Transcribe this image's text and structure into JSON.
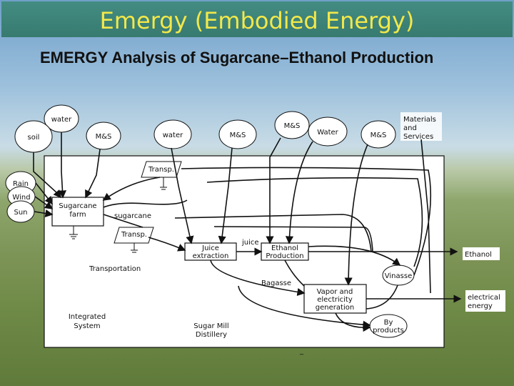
{
  "slide": {
    "title": "Emergy (Embodied Energy)",
    "subtitle": "EMERGY Analysis of Sugarcane–Ethanol Production"
  },
  "diagram": {
    "inputs": {
      "water_1": "water",
      "soil": "soil",
      "mns_1": "M&S",
      "water_2": "water",
      "mns_2": "M&S",
      "mns_3": "M&S",
      "water_3": "Water",
      "mns_4": "M&S",
      "materials": [
        "Materials",
        "and",
        "Services"
      ]
    },
    "sources": {
      "rain": "Rain",
      "wind": "Wind",
      "sun": "Sun"
    },
    "nodes": {
      "farm": [
        "Sugarcane",
        "farm"
      ],
      "transp_top": "Transp.",
      "transp_mid": "Transp.",
      "juice": [
        "Juice",
        "extraction"
      ],
      "ethanol": [
        "Ethanol",
        "Production"
      ],
      "vinasse": "Vinasse",
      "vapor": [
        "Vapor and",
        "electricity",
        "generation"
      ],
      "byproducts": [
        "By",
        "products"
      ]
    },
    "labels": {
      "sugarcane": "sugarcane",
      "transportation": "Transportation",
      "juice": "juice",
      "bagasse": "Bagasse",
      "integrated": [
        "Integrated",
        "System"
      ],
      "mill": [
        "Sugar Mill",
        "Distillery"
      ]
    },
    "outputs": {
      "ethanol": "Ethanol",
      "electrical": [
        "electrical",
        "energy"
      ]
    }
  },
  "colors": {
    "title_text": "#f3e84a",
    "title_bar": "#2f7565",
    "panel": "#ffffff"
  }
}
